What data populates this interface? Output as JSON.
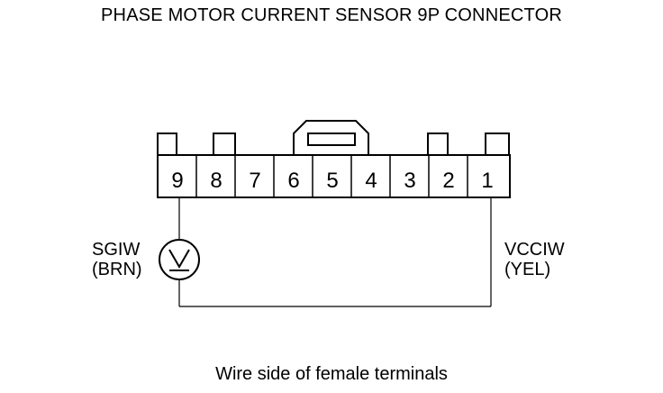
{
  "title": "PHASE MOTOR CURRENT SENSOR 9P CONNECTOR",
  "caption": "Wire side of female terminals",
  "connector": {
    "pins": [
      "9",
      "8",
      "7",
      "6",
      "5",
      "4",
      "3",
      "2",
      "1"
    ]
  },
  "left_wire": {
    "signal": "SGIW",
    "color_code": "(BRN)"
  },
  "right_wire": {
    "signal": "VCCIW",
    "color_code": "(YEL)"
  },
  "meter_symbol": "voltmeter-icon"
}
